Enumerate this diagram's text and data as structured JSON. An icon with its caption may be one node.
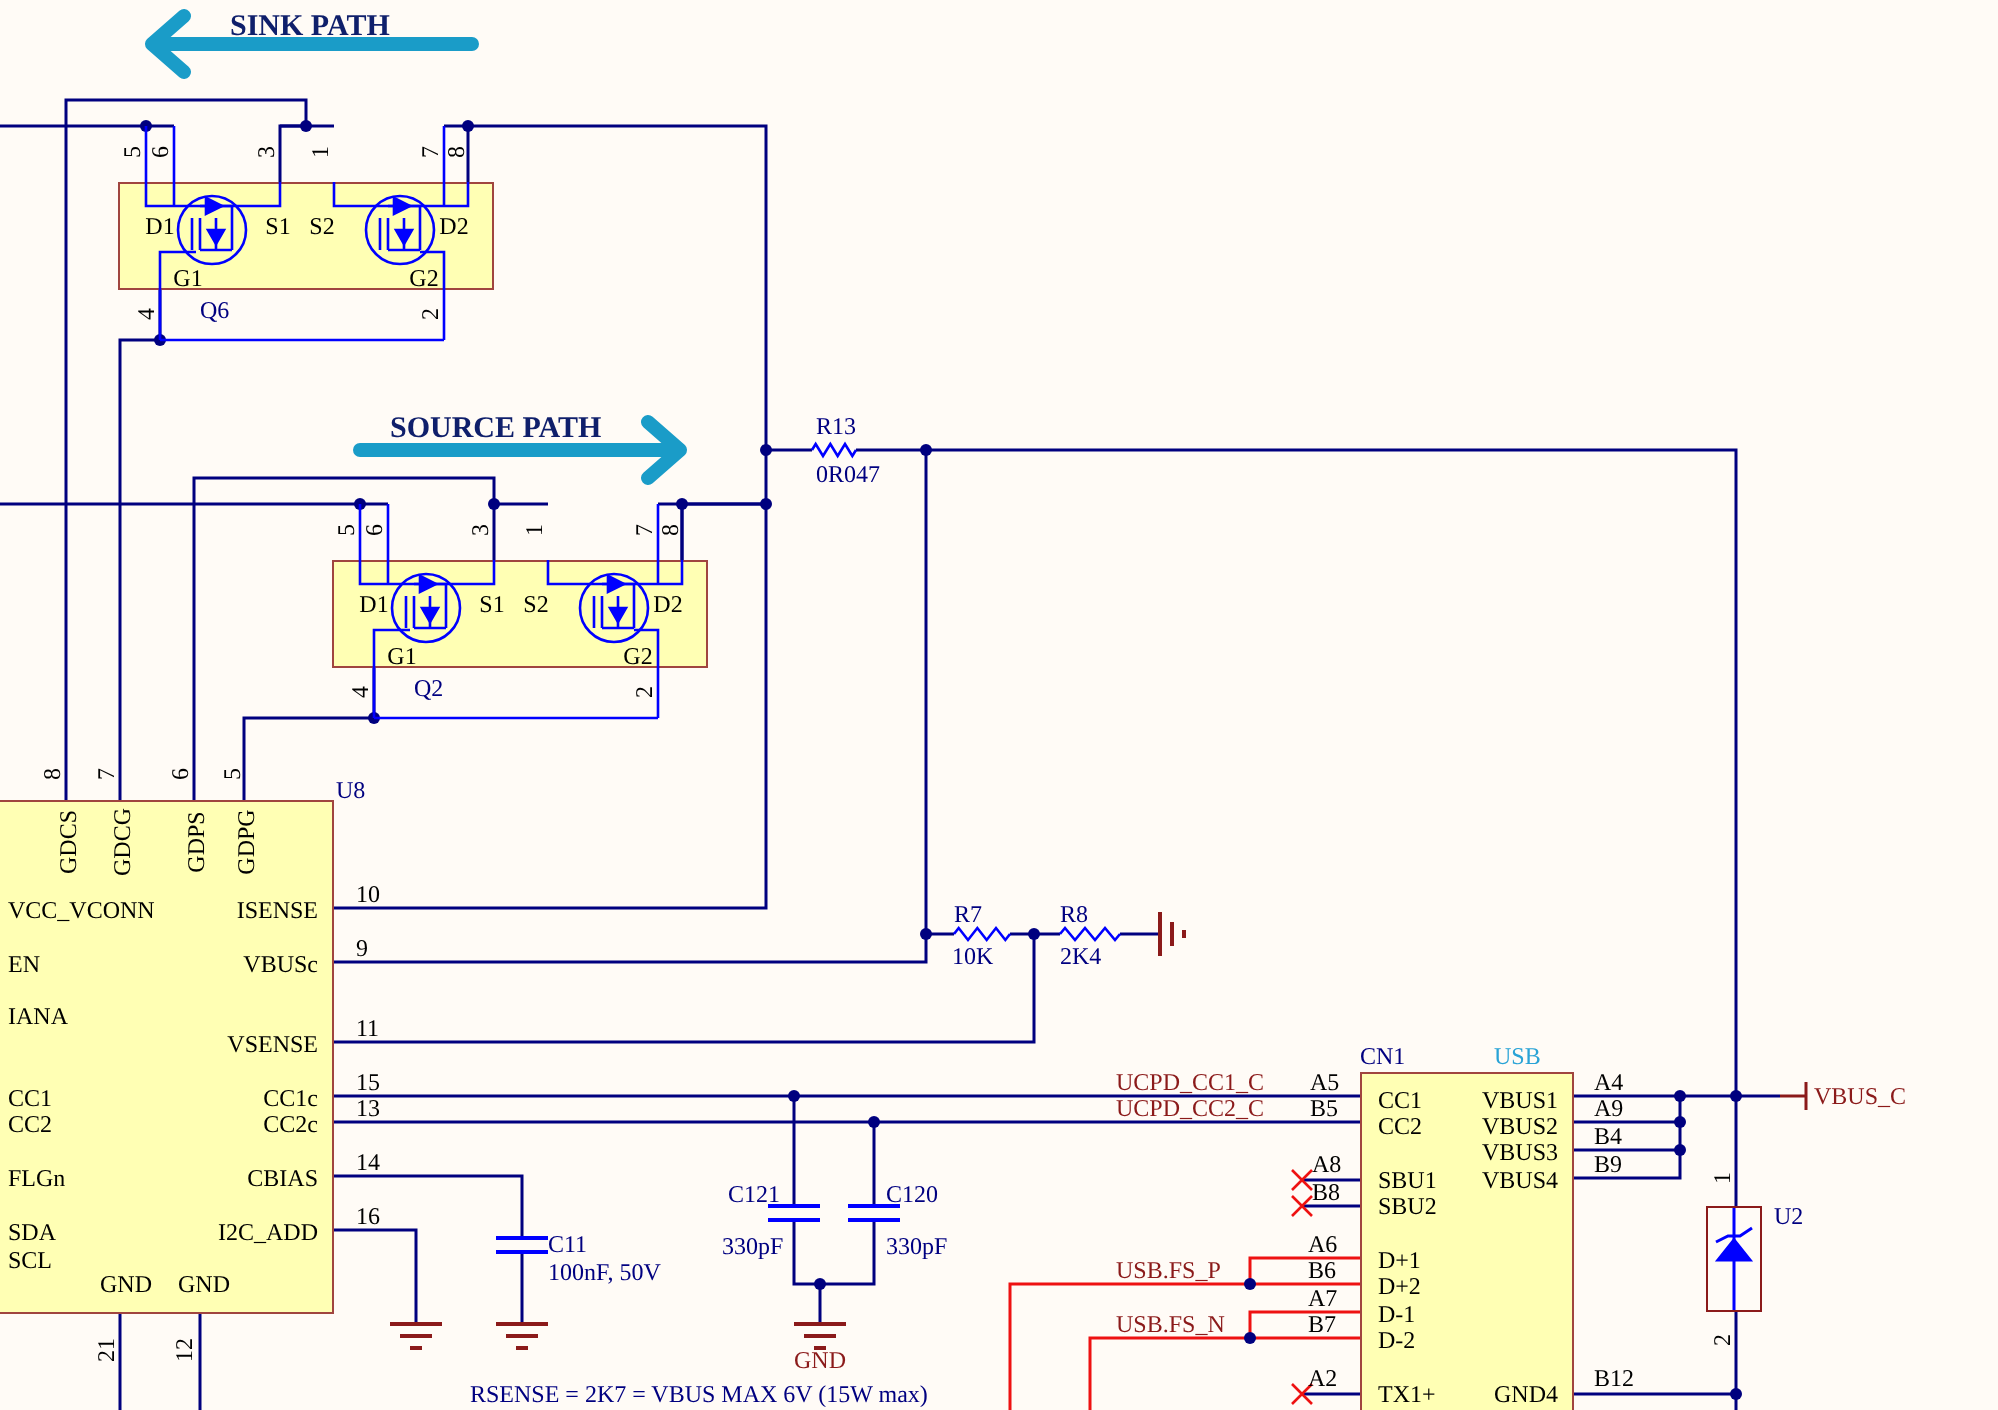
{
  "diagram": {
    "nodes": [
      {
        "text": [
          "D1",
          "S1",
          "S2",
          "D2",
          "G1",
          "G2"
        ],
        "beside": [
          "Q6"
        ]
      },
      {
        "text": [
          "D1",
          "S1",
          "S2",
          "D2",
          "G1",
          "G2"
        ],
        "beside": [
          "Q2"
        ]
      },
      {
        "text": [
          "GDCS",
          "GDCG",
          "GDPS",
          "GDPG",
          "VCC_VCONN",
          "ISENSE",
          "EN",
          "VBUSc",
          "IANA",
          "VSENSE",
          "CC1",
          "CC1c",
          "CC2",
          "CC2c",
          "FLGn",
          "CBIAS",
          "SDA",
          "I2C_ADD",
          "SCL",
          "GND",
          "GND"
        ],
        "beside": [
          "U8"
        ]
      },
      {
        "text": [
          "CC1",
          "VBUS1",
          "CC2",
          "VBUS2",
          "VBUS3",
          "SBU1",
          "VBUS4",
          "SBU2",
          "D+1",
          "D+2",
          "D-1",
          "D-2",
          "TX1+",
          "GND4"
        ],
        "beside": [
          "CN1",
          "USB"
        ]
      },
      {
        "text": [],
        "shape": "box",
        "beside": [
          "U2"
        ]
      }
    ],
    "edges": [
      {
        "from": 2,
        "to": 0,
        "arrow": "none"
      },
      {
        "from": 2,
        "to": 0,
        "arrow": "none"
      },
      {
        "from": 2,
        "to": 1,
        "arrow": "none"
      },
      {
        "from": 2,
        "to": 1,
        "arrow": "none"
      },
      {
        "from": 2,
        "to": 1,
        "arrow": "none"
      },
      {
        "from": 0,
        "to": 1,
        "arrow": "none"
      },
      {
        "from": 2,
        "to": 3,
        "arrow": "none",
        "label": "UCPD_CC1_C"
      },
      {
        "from": 2,
        "to": 3,
        "arrow": "none",
        "label": "UCPD_CC2_C"
      },
      {
        "from": 3,
        "to": 4,
        "arrow": "none"
      },
      {
        "from": 4,
        "to": 3,
        "arrow": "none"
      }
    ],
    "labels": [
      "SINK PATH",
      "5",
      "6",
      "3",
      "1",
      "7",
      "8",
      "4",
      "2",
      "SOURCE PATH",
      "R13",
      "0R047",
      "5",
      "6",
      "3",
      "1",
      "7",
      "8",
      "4",
      "2",
      "8",
      "7",
      "6",
      "5",
      "10",
      "9",
      "R7",
      "R8",
      "10K",
      "2K4",
      "11",
      "15",
      "13",
      "14",
      "16",
      "C11",
      "100nF, 50V",
      "C121",
      "C120",
      "330pF",
      "330pF",
      "GND",
      "A5",
      "B5",
      "A8",
      "B8",
      "A6",
      "B6",
      "A7",
      "B7",
      "A2",
      "A4",
      "A9",
      "B4",
      "B9",
      "B12",
      "1",
      "2",
      "VBUS_C",
      "USB.FS_P",
      "USB.FS_N",
      "21",
      "12",
      "RSENSE = 2K7 = VBUS MAX 6V (15W max)"
    ]
  }
}
